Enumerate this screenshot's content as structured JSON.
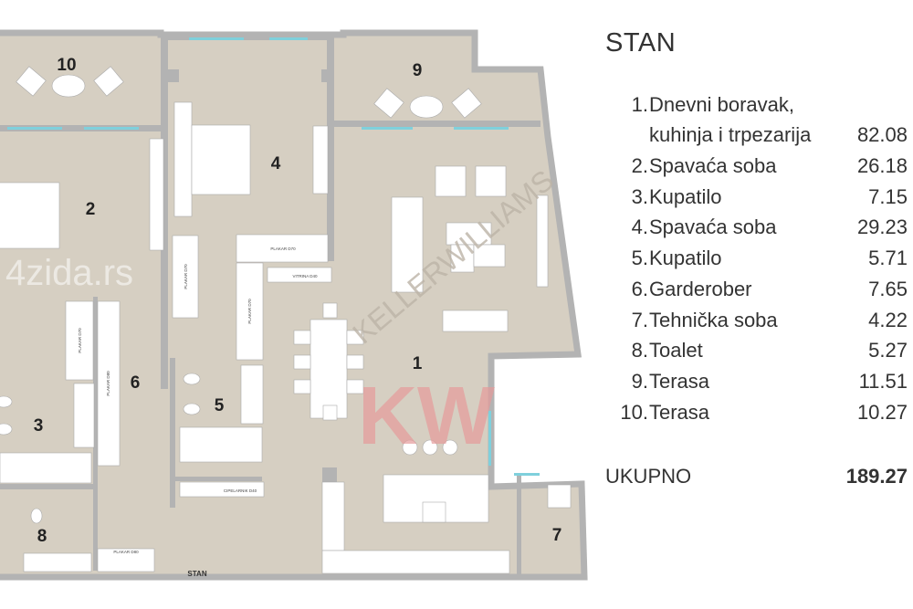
{
  "plan": {
    "rooms": [
      "1",
      "2",
      "3",
      "4",
      "5",
      "6",
      "7",
      "8",
      "9",
      "10"
    ],
    "labels": {
      "plakar_d70_a": "PLAKAR D70",
      "plakar_d70_b": "PLAKAR D70",
      "plakar_d70_c": "PLAKAR D70",
      "plakar_d70_d": "PLAKAR D70",
      "vitrina": "VITRINA D40",
      "plakar_d80": "PLAKAR D80",
      "plakar_d80_b": "PLAKAR D80",
      "cipelarnik": "CIPELARNIK D40",
      "stan": "STAN"
    },
    "watermarks": {
      "site": "4zida.rs",
      "brand_logo": "KW",
      "brand_name": "KELLERWILLIAMS"
    }
  },
  "legend": {
    "title": "STAN",
    "rows": [
      {
        "num": "1.",
        "name": "Dnevni boravak,",
        "value": ""
      },
      {
        "num": "",
        "name": "kuhinja i trpezarija",
        "value": "82.08"
      },
      {
        "num": "2.",
        "name": "Spavaća soba",
        "value": "26.18"
      },
      {
        "num": "3.",
        "name": "Kupatilo",
        "value": "7.15"
      },
      {
        "num": "4.",
        "name": "Spavaća soba",
        "value": "29.23"
      },
      {
        "num": "5.",
        "name": "Kupatilo",
        "value": "5.71"
      },
      {
        "num": "6.",
        "name": "Garderober",
        "value": "7.65"
      },
      {
        "num": "7.",
        "name": "Tehnička soba",
        "value": "4.22"
      },
      {
        "num": "8.",
        "name": "Toalet",
        "value": "5.27"
      },
      {
        "num": "9.",
        "name": "Terasa",
        "value": "11.51"
      },
      {
        "num": "10.",
        "name": "Terasa",
        "value": "10.27"
      }
    ],
    "total_label": "UKUPNO",
    "total_value": "189.27"
  },
  "colors": {
    "floor": "#d6cfc2",
    "wall": "#b3b3b3",
    "glass": "#7fd0dc",
    "kw": "#e59a9a"
  }
}
